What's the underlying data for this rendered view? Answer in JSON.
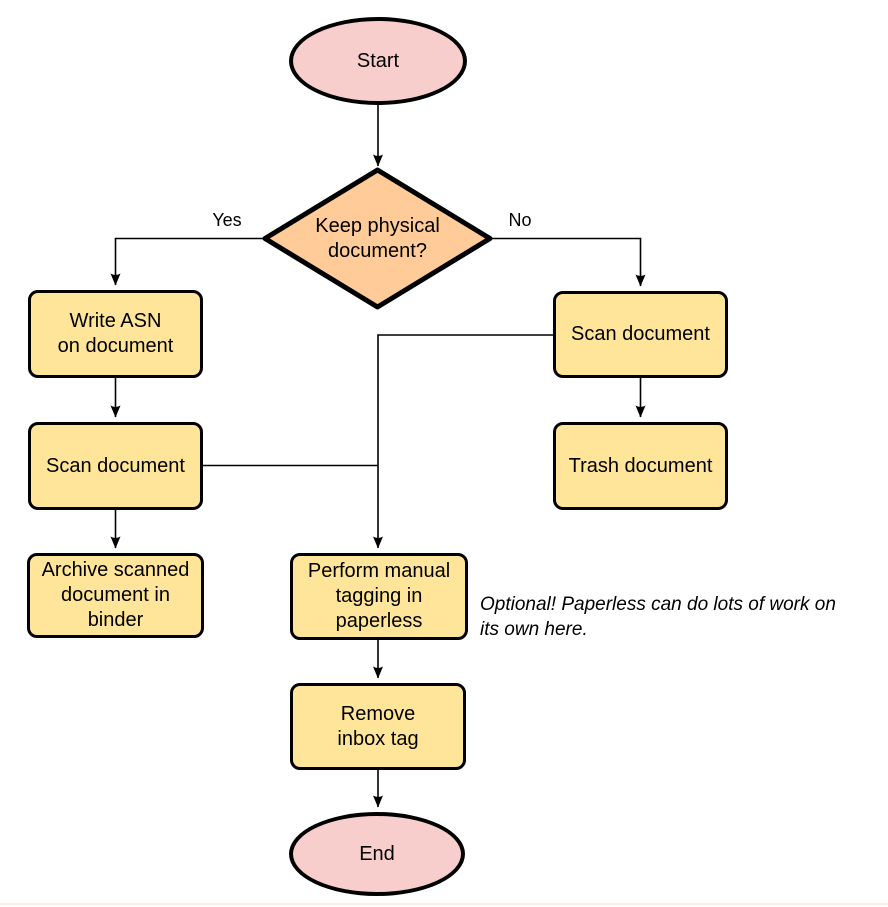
{
  "colors": {
    "terminal_fill": "#F8CECC",
    "decision_fill": "#FFCC99",
    "process_fill": "#FFE599",
    "stroke": "#000000",
    "background": "#FFFFFF"
  },
  "nodes": {
    "start": {
      "type": "terminal",
      "label": "Start"
    },
    "decision": {
      "type": "decision",
      "lines": [
        "Keep physical",
        "document?"
      ]
    },
    "write_asn": {
      "type": "process",
      "lines": [
        "Write ASN",
        "on document"
      ]
    },
    "scan_left": {
      "type": "process",
      "lines": [
        "Scan document"
      ]
    },
    "archive": {
      "type": "process",
      "lines": [
        "Archive scanned",
        "document in",
        "binder"
      ]
    },
    "scan_right": {
      "type": "process",
      "lines": [
        "Scan document"
      ]
    },
    "trash": {
      "type": "process",
      "lines": [
        "Trash document"
      ]
    },
    "perform_tagging": {
      "type": "process",
      "lines": [
        "Perform manual",
        "tagging in",
        "paperless"
      ]
    },
    "remove_inbox": {
      "type": "process",
      "lines": [
        "Remove",
        "inbox tag"
      ]
    },
    "end": {
      "type": "terminal",
      "label": "End"
    }
  },
  "edges": {
    "yes_label": "Yes",
    "no_label": "No"
  },
  "note": {
    "lines": [
      "Optional! Paperless can do lots of work on",
      "its own here."
    ]
  }
}
